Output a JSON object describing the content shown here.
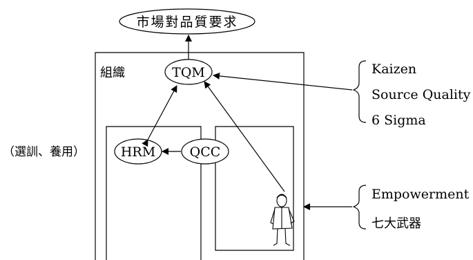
{
  "top_node": "市場對品質要求",
  "org_label": "組織",
  "nodes": {
    "tqm": "TQM",
    "hrm": "HRM",
    "qcc": "QCC"
  },
  "hrm_note": "（選訓、養用）",
  "right_group_1": [
    "Kaizen",
    "Source Quality",
    "6 Sigma"
  ],
  "right_group_2": [
    "Empowerment",
    "七大武器"
  ],
  "figure_icon": "person-figure-icon"
}
